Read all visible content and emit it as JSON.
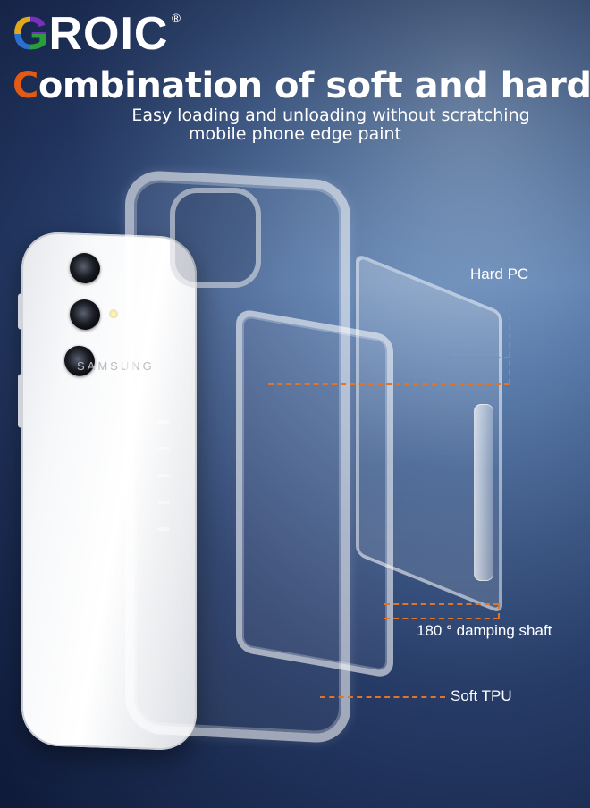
{
  "logo": {
    "first_letter": "G",
    "rest": "ROIC",
    "registered": "®"
  },
  "headline": {
    "first_letter": "C",
    "rest": "ombination of soft and hard"
  },
  "subtitle": {
    "line1": "Easy loading and unloading without scratching",
    "line2": "mobile phone edge paint"
  },
  "phone": {
    "brand_text": "SAMSUNG"
  },
  "callouts": {
    "hard_pc": "Hard PC",
    "damping": "180 °   damping shaft",
    "soft_tpu": "Soft TPU"
  },
  "colors": {
    "accent_orange": "#e25a14",
    "callout_line": "#e0742a",
    "text": "#ffffff"
  }
}
